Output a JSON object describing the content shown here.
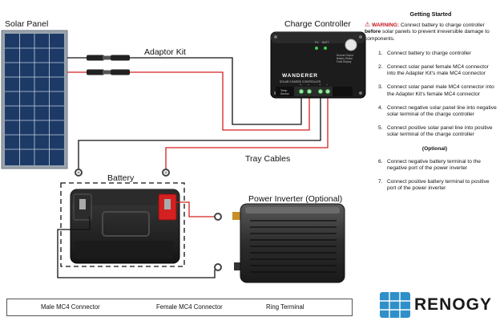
{
  "labels": {
    "solar_panel": "Solar Panel",
    "adaptor_kit": "Adaptor Kit",
    "charge_controller": "Charge Controller",
    "tray_cables": "Tray Cables",
    "battery": "Battery",
    "power_inverter": "Power Inverter (Optional)"
  },
  "controller": {
    "brand": "WANDERER",
    "subtitle": "SOLAR CHARGE CONTROLLER",
    "indicators": [
      "PV",
      "BATT"
    ],
    "status_lines": [
      "Normal Output",
      "Battery Status",
      "Fault Display"
    ],
    "temp_sensor": [
      "Temp",
      "Sensor"
    ],
    "terminal_marks": [
      "+",
      "−",
      "+",
      "−"
    ]
  },
  "sidebar": {
    "title": "Getting Started",
    "warning_label": "WARNING:",
    "warning_a": "Connect battery to charge controller",
    "warning_bold": "before",
    "warning_b": "solar panels to prevent irreversible damage to components.",
    "steps_a": [
      {
        "num": "1.",
        "text": "Connect battery to charge controller"
      },
      {
        "num": "2.",
        "text": "Connect solar panel female MC4 connector into the Adapter Kit's male MC4 connector"
      },
      {
        "num": "3.",
        "text": "Connect solar panel male MC4 connector into the Adapter Kit's female MC4 connector"
      },
      {
        "num": "4.",
        "text": "Connect negative solar panel line into negative solar terminal of the charge controller"
      },
      {
        "num": "5.",
        "text": "Connect positive solar panel line into positive solar terminal of the charge controller"
      }
    ],
    "optional": "(Optional)",
    "steps_b": [
      {
        "num": "6.",
        "text": "Connect negative battery terminal to the negative port of the power inverter"
      },
      {
        "num": "7.",
        "text": "Connect positive battery terminal to positive port of the power inverter"
      }
    ]
  },
  "legend": {
    "male": "Male MC4 Connector",
    "female": "Female MC4 Connector",
    "ring": "Ring Terminal"
  },
  "brand": {
    "name": "RENOGY",
    "logo_color": "#2f8fc9"
  },
  "colors": {
    "wire_positive": "#d42020",
    "wire_negative": "#111111",
    "warning": "#c0161e"
  }
}
